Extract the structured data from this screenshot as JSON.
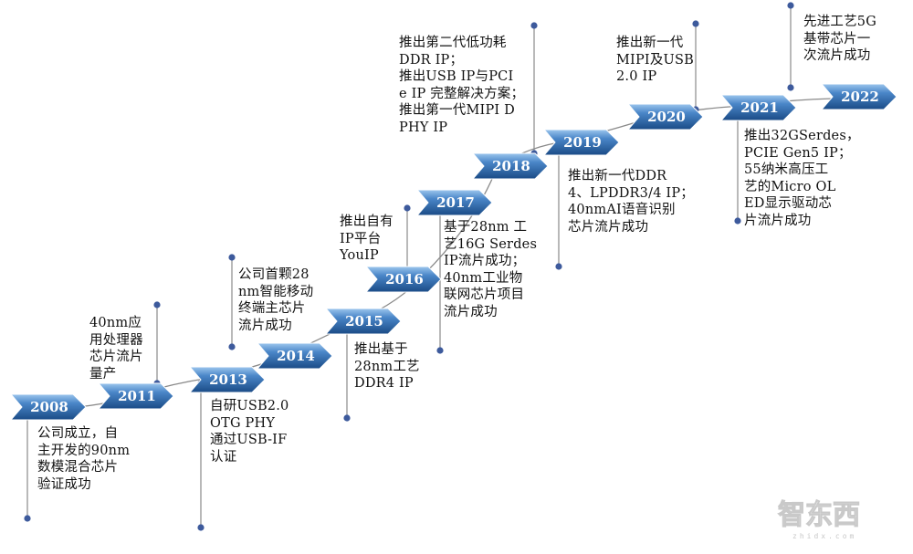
{
  "milestones": [
    {
      "year": "2008",
      "text": "公司成立，自\n主开发的90nm\n数模混合芯片\n验证成功"
    },
    {
      "year": "2011",
      "text": "40nm应\n用处理器\n芯片流片\n量产"
    },
    {
      "year": "2013",
      "text": "自研USB2.0\nOTG PHY\n通过USB-IF\n认证"
    },
    {
      "year": "2014",
      "text": "公司首颗28\nnm智能移动\n终端主芯片\n流片成功"
    },
    {
      "year": "2015",
      "text": "推出基于\n28nm工艺\nDDR4 IP"
    },
    {
      "year": "2016",
      "text": "推出自有\nIP平台\nYouIP"
    },
    {
      "year": "2017",
      "text": "基于28nm 工\n艺16G Serdes\nIP流片成功；\n40nm工业物\n联网芯片项目\n流片成功"
    },
    {
      "year": "2018",
      "text": "推出第二代低功耗\nDDR IP；\n推出USB IP与PCI\ne IP 完整解决方案；\n推出第一代MIPI D\nPHY IP"
    },
    {
      "year": "2019",
      "text": "推出新一代DDR\n4、LPDDR3/4 IP；\n40nmAI语音识别\n芯片流片成功"
    },
    {
      "year": "2020",
      "text": "推出新一代\nMIPI及USB\n2.0 IP"
    },
    {
      "year": "2021",
      "text": "推出32GSerdes，\nPCIE Gen5 IP；\n55纳米高压工\n艺的Micro OL\nED显示驱动芯\n片流片成功"
    },
    {
      "year": "2022",
      "text": "先进工艺5G\n基带芯片一\n次流片成功"
    }
  ],
  "watermark": {
    "text": "智东西",
    "sub": "zhidx.com"
  },
  "colors": {
    "arrow_dark": "#1d4f8a",
    "arrow_light": "#6fa6dc",
    "line": "#8a8a8a",
    "dot": "#3d5a9c"
  }
}
